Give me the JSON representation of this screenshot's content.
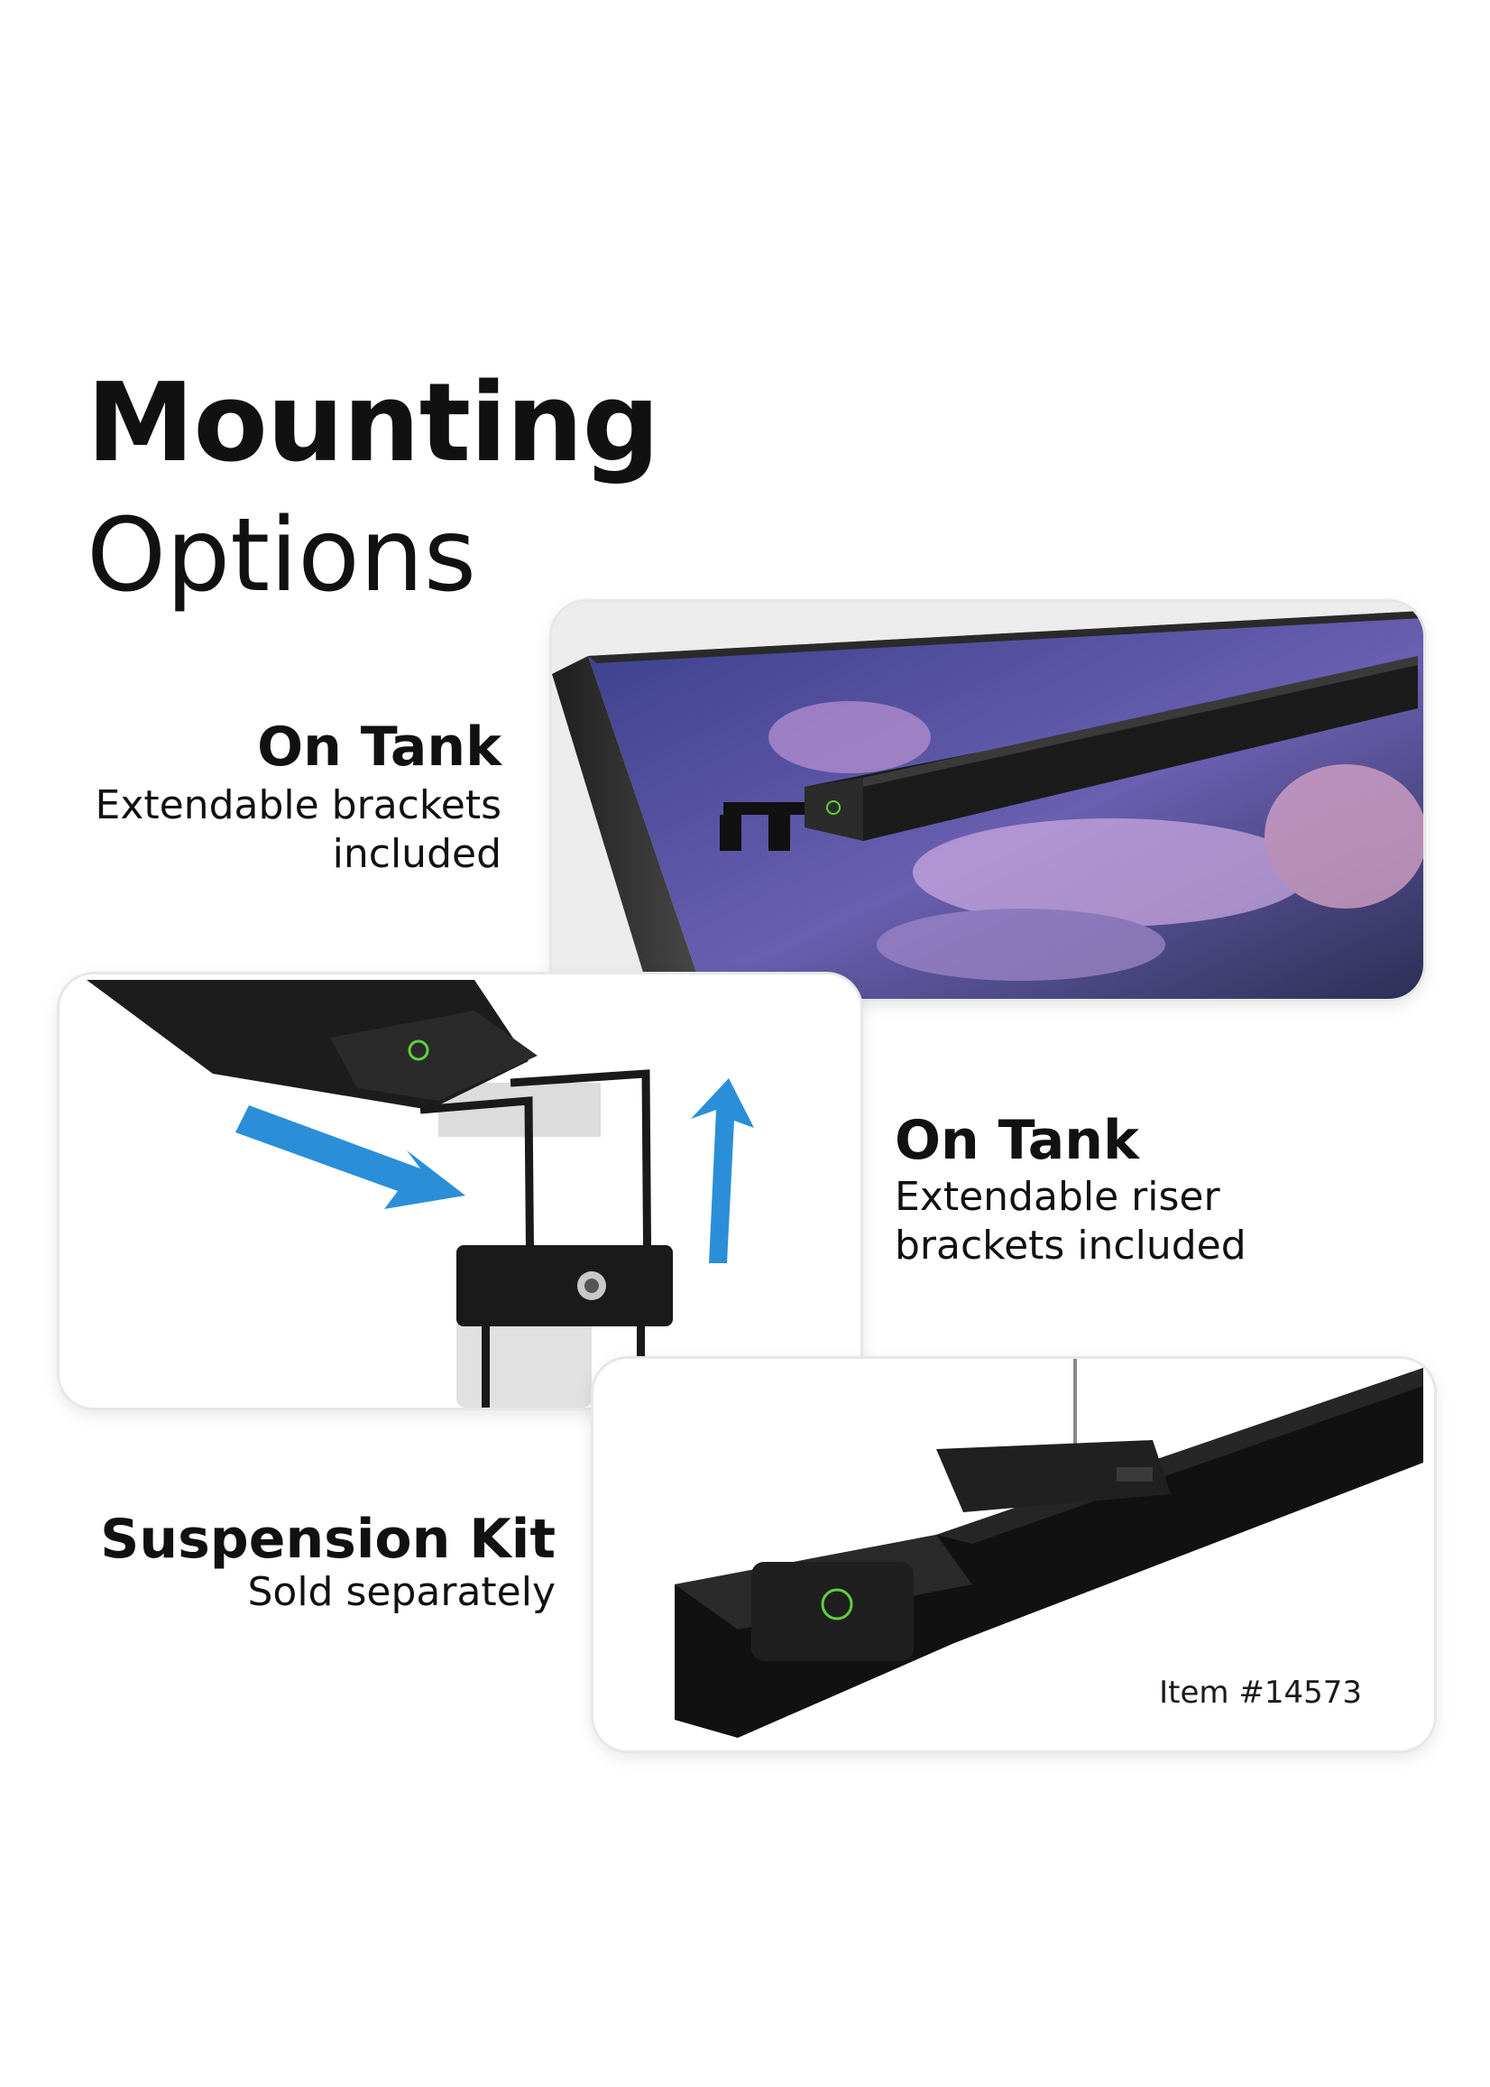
{
  "title": {
    "line1": "Mounting",
    "line2": "Options"
  },
  "options": [
    {
      "heading": "On Tank",
      "subtitle": "Extendable brackets included"
    },
    {
      "heading": "On Tank",
      "subtitle": "Extendable riser brackets included"
    },
    {
      "heading": "Suspension Kit",
      "subtitle": "Sold separately"
    }
  ],
  "item_number": "Item #14573",
  "icons": [
    "power-icon",
    "arrow-down-right-icon",
    "arrow-up-icon"
  ],
  "colors": {
    "accent_arrow": "#2a8fd8",
    "power_led": "#5fd13a",
    "text": "#111111"
  }
}
